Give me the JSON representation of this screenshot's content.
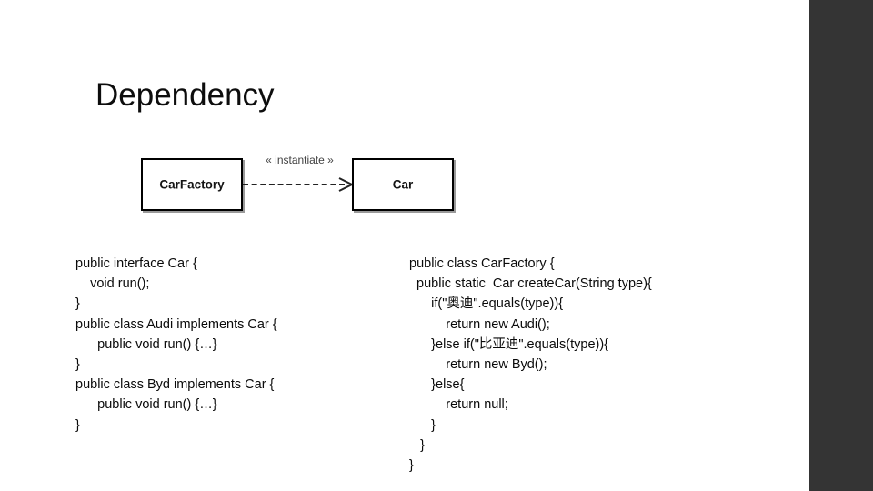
{
  "slide": {
    "title": "Dependency",
    "background_color": "#ffffff",
    "band_color": "#343434"
  },
  "uml": {
    "source_class": "CarFactory",
    "target_class": "Car",
    "relationship_label": "« instantiate »",
    "relationship_stereotype": "instantiate",
    "line_style": "dashed",
    "arrow_style": "open",
    "box_border_color": "#000000",
    "box_fill_color": "#ffffff"
  },
  "code_left": {
    "lines": [
      "public interface Car {",
      "    void run();",
      "}",
      "public class Audi implements Car {",
      "      public void run() {…}",
      "}",
      "public class Byd implements Car {",
      "      public void run() {…}",
      "}"
    ]
  },
  "code_right": {
    "lines": [
      "public class CarFactory {",
      "  public static  Car createCar(String type){",
      "      if(\"奥迪\".equals(type)){",
      "          return new Audi();",
      "      }else if(\"比亚迪\".equals(type)){",
      "          return new Byd();",
      "      }else{",
      "          return null;",
      "      }",
      "   }",
      "}"
    ]
  }
}
